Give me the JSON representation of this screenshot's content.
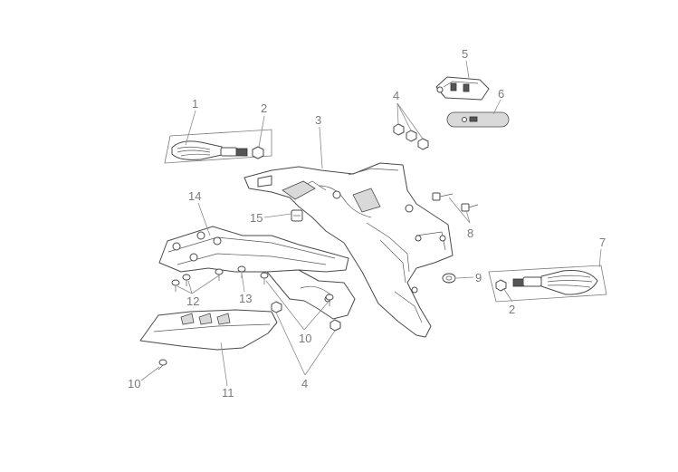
{
  "callouts": {
    "c1": "1",
    "c2a": "2",
    "c2b": "2",
    "c3": "3",
    "c4a": "4",
    "c4b": "4",
    "c5": "5",
    "c6": "6",
    "c7": "7",
    "c8": "8",
    "c9": "9",
    "c10a": "10",
    "c10b": "10",
    "c11": "11",
    "c12": "12",
    "c13": "13",
    "c14": "14",
    "c15": "15"
  },
  "colors": {
    "line": "#4a4a4a",
    "label": "#7a7a7a",
    "background": "#ffffff"
  }
}
